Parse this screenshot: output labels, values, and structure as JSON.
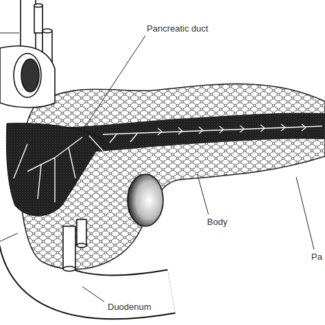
{
  "diagram": {
    "labels": [
      "Pancreatic duct",
      "Body",
      "Duodenum",
      "Pa"
    ]
  }
}
